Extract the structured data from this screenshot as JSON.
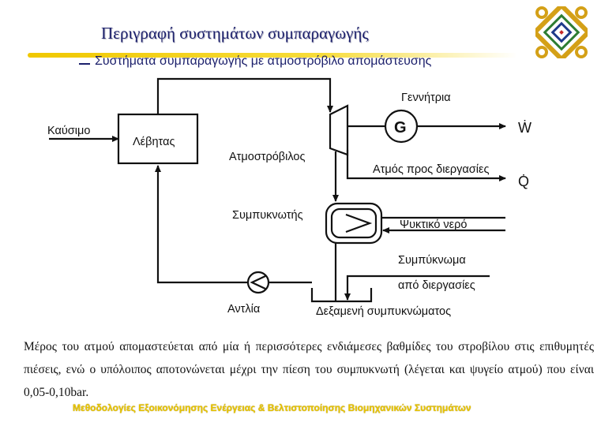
{
  "header": {
    "title": "Περιγραφή συστημάτων συμπαραγωγής",
    "subtitle": "Συστήματα συμπαραγωγής με ατμοστρόβιλο απομάστευσης"
  },
  "logo": {
    "icon": "knot-emblem-icon",
    "colors": [
      "#d4a017",
      "#2e7d32",
      "#1e3a8a",
      "#c62828"
    ]
  },
  "diagram": {
    "labels": {
      "fuel": "Καύσιμο",
      "boiler": "Λέβητας",
      "generator_title": "Γεννήτρια",
      "generator_symbol": "G",
      "work": "Ẇ",
      "turbine": "Ατμοστρόβιλος",
      "process_steam": "Ατμός προς διεργασίες",
      "heat": "Q̇",
      "condenser": "Συμπυκνωτής",
      "cooling_water": "Ψυκτικό νερό",
      "condensate_line1": "Συμπύκνωμα",
      "condensate_line2": "από διεργασίες",
      "pump": "Αντλία",
      "tank": "Δεξαμενή συμπυκνώματος"
    }
  },
  "paragraph": "Μέρος του ατμού απομαστεύεται από μία ή περισσότερες ενδιάμεσες βαθμίδες του στροβίλου στις επιθυμητές πιέσεις, ενώ ο υπόλοιπος αποτονώνεται μέχρι την πίεση του συμπυκνωτή (λέγεται και ψυγείο ατμού) που είναι 0,05-0,10bar.",
  "footer": "Μεθοδολογίες Εξοικονόμησης Ενέργειας & Βελτιστοποίησης Βιομηχανικών Συστημάτων"
}
